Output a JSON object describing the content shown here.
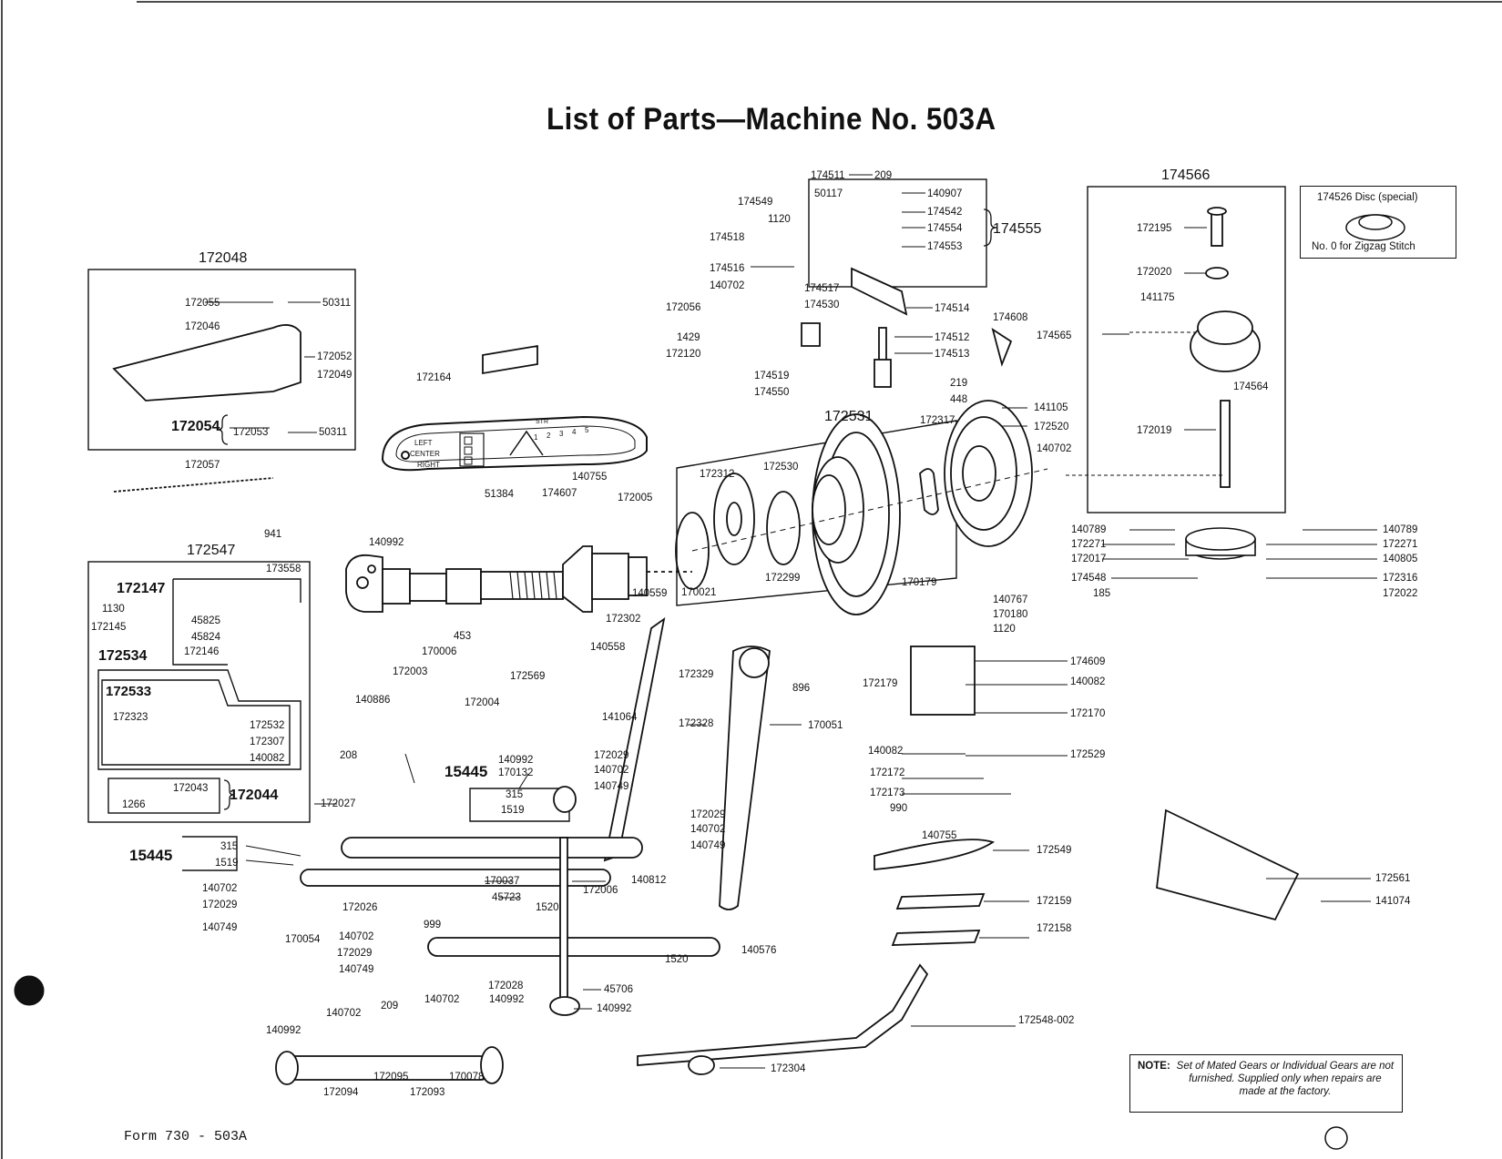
{
  "title": "List of Parts—Machine No. 503A",
  "form_code": "Form 730 - 503A",
  "note": {
    "label": "NOTE:",
    "text": "Set of Mated Gears or Individual Gears are not furnished. Supplied only when repairs are made at the factory."
  },
  "disc_box": {
    "line1": "174526 Disc (special)",
    "line2": "No. 0 for Zigzag Stitch"
  },
  "selector_plate": {
    "left": "LEFT",
    "center": "CENTER",
    "right": "RIGHT",
    "str": "STR",
    "numbers": [
      "1",
      "2",
      "3",
      "4",
      "5"
    ]
  },
  "group_labels": {
    "g172048": "172048",
    "g172054": "172054",
    "g172547": "172547",
    "g172147": "172147",
    "g172534": "172534",
    "g172533": "172533",
    "g172044": "172044",
    "g15445a": "15445",
    "g15445b": "15445",
    "g174555": "174555",
    "g174566": "174566",
    "g172531": "172531"
  },
  "part_labels": [
    {
      "id": "p1",
      "text": "174511"
    },
    {
      "id": "p2",
      "text": "209"
    },
    {
      "id": "p3",
      "text": "50117"
    },
    {
      "id": "p4",
      "text": "140907"
    },
    {
      "id": "p5",
      "text": "174542"
    },
    {
      "id": "p6",
      "text": "174549"
    },
    {
      "id": "p7",
      "text": "1120"
    },
    {
      "id": "p8",
      "text": "174554"
    },
    {
      "id": "p9",
      "text": "174518"
    },
    {
      "id": "p10",
      "text": "174553"
    },
    {
      "id": "p11",
      "text": "174516"
    },
    {
      "id": "p12",
      "text": "140702"
    },
    {
      "id": "p13",
      "text": "174517"
    },
    {
      "id": "p14",
      "text": "172056"
    },
    {
      "id": "p15",
      "text": "174530"
    },
    {
      "id": "p16",
      "text": "174514"
    },
    {
      "id": "p17",
      "text": "1429"
    },
    {
      "id": "p18",
      "text": "174512"
    },
    {
      "id": "p19",
      "text": "172120"
    },
    {
      "id": "p20",
      "text": "174513"
    },
    {
      "id": "p21",
      "text": "174519"
    },
    {
      "id": "p22",
      "text": "174550"
    },
    {
      "id": "p23",
      "text": "219"
    },
    {
      "id": "p24",
      "text": "448"
    },
    {
      "id": "p25",
      "text": "174608"
    },
    {
      "id": "p26",
      "text": "172164"
    },
    {
      "id": "p27",
      "text": "172055"
    },
    {
      "id": "p28",
      "text": "50311"
    },
    {
      "id": "p29",
      "text": "172046"
    },
    {
      "id": "p30",
      "text": "172052"
    },
    {
      "id": "p31",
      "text": "172049"
    },
    {
      "id": "p32",
      "text": "172053"
    },
    {
      "id": "p33",
      "text": "50311"
    },
    {
      "id": "p34",
      "text": "172057"
    },
    {
      "id": "p35",
      "text": "141105"
    },
    {
      "id": "p36",
      "text": "172520"
    },
    {
      "id": "p37",
      "text": "172317"
    },
    {
      "id": "p38",
      "text": "140702"
    },
    {
      "id": "p39",
      "text": "172312"
    },
    {
      "id": "p40",
      "text": "172530"
    },
    {
      "id": "p41",
      "text": "140755"
    },
    {
      "id": "p42",
      "text": "174607"
    },
    {
      "id": "p43",
      "text": "51384"
    },
    {
      "id": "p44",
      "text": "172005"
    },
    {
      "id": "p45",
      "text": "941"
    },
    {
      "id": "p46",
      "text": "140992"
    },
    {
      "id": "p47",
      "text": "173558"
    },
    {
      "id": "p48",
      "text": "1130"
    },
    {
      "id": "p49",
      "text": "45825"
    },
    {
      "id": "p50",
      "text": "172145"
    },
    {
      "id": "p51",
      "text": "45824"
    },
    {
      "id": "p52",
      "text": "172146"
    },
    {
      "id": "p53",
      "text": "172323"
    },
    {
      "id": "p54",
      "text": "172532"
    },
    {
      "id": "p55",
      "text": "172307"
    },
    {
      "id": "p56",
      "text": "140082"
    },
    {
      "id": "p57",
      "text": "172043"
    },
    {
      "id": "p58",
      "text": "1266"
    },
    {
      "id": "p59",
      "text": "140559"
    },
    {
      "id": "p60",
      "text": "170021"
    },
    {
      "id": "p61",
      "text": "172299"
    },
    {
      "id": "p62",
      "text": "453"
    },
    {
      "id": "p63",
      "text": "170006"
    },
    {
      "id": "p64",
      "text": "140558"
    },
    {
      "id": "p65",
      "text": "172302"
    },
    {
      "id": "p66",
      "text": "172003"
    },
    {
      "id": "p67",
      "text": "172569"
    },
    {
      "id": "p68",
      "text": "140886"
    },
    {
      "id": "p69",
      "text": "172004"
    },
    {
      "id": "p70",
      "text": "172195"
    },
    {
      "id": "p71",
      "text": "172020"
    },
    {
      "id": "p72",
      "text": "141175"
    },
    {
      "id": "p73",
      "text": "174565"
    },
    {
      "id": "p74",
      "text": "174564"
    },
    {
      "id": "p75",
      "text": "172019"
    },
    {
      "id": "p76",
      "text": "140789"
    },
    {
      "id": "p77",
      "text": "140789"
    },
    {
      "id": "p78",
      "text": "172271"
    },
    {
      "id": "p79",
      "text": "172271"
    },
    {
      "id": "p80",
      "text": "172017"
    },
    {
      "id": "p81",
      "text": "140805"
    },
    {
      "id": "p82",
      "text": "174548"
    },
    {
      "id": "p83",
      "text": "172316"
    },
    {
      "id": "p84",
      "text": "185"
    },
    {
      "id": "p85",
      "text": "172022"
    },
    {
      "id": "p86",
      "text": "170179"
    },
    {
      "id": "p87",
      "text": "140767"
    },
    {
      "id": "p88",
      "text": "170180"
    },
    {
      "id": "p89",
      "text": "1120"
    },
    {
      "id": "p90",
      "text": "174609"
    },
    {
      "id": "p91",
      "text": "172179"
    },
    {
      "id": "p92",
      "text": "140082"
    },
    {
      "id": "p93",
      "text": "172170"
    },
    {
      "id": "p94",
      "text": "896"
    },
    {
      "id": "p95",
      "text": "172329"
    },
    {
      "id": "p96",
      "text": "141064"
    },
    {
      "id": "p97",
      "text": "172328"
    },
    {
      "id": "p98",
      "text": "170051"
    },
    {
      "id": "p99",
      "text": "140082"
    },
    {
      "id": "p100",
      "text": "172529"
    },
    {
      "id": "p101",
      "text": "172172"
    },
    {
      "id": "p102",
      "text": "172173"
    },
    {
      "id": "p103",
      "text": "990"
    },
    {
      "id": "p104",
      "text": "140755"
    },
    {
      "id": "p105",
      "text": "172549"
    },
    {
      "id": "p106",
      "text": "172159"
    },
    {
      "id": "p107",
      "text": "172158"
    },
    {
      "id": "p108",
      "text": "172548-002"
    },
    {
      "id": "p109",
      "text": "172304"
    },
    {
      "id": "p110",
      "text": "172561"
    },
    {
      "id": "p111",
      "text": "141074"
    },
    {
      "id": "p112",
      "text": "208"
    },
    {
      "id": "p113",
      "text": "140992"
    },
    {
      "id": "p114",
      "text": "170132"
    },
    {
      "id": "p115",
      "text": "172029"
    },
    {
      "id": "p116",
      "text": "140702"
    },
    {
      "id": "p117",
      "text": "140749"
    },
    {
      "id": "p118",
      "text": "315"
    },
    {
      "id": "p119",
      "text": "1519"
    },
    {
      "id": "p120",
      "text": "172027"
    },
    {
      "id": "p121",
      "text": "315"
    },
    {
      "id": "p122",
      "text": "1519"
    },
    {
      "id": "p123",
      "text": "140702"
    },
    {
      "id": "p124",
      "text": "172029"
    },
    {
      "id": "p125",
      "text": "140749"
    },
    {
      "id": "p126",
      "text": "170054"
    },
    {
      "id": "p127",
      "text": "172026"
    },
    {
      "id": "p128",
      "text": "999"
    },
    {
      "id": "p129",
      "text": "170037"
    },
    {
      "id": "p130",
      "text": "45723"
    },
    {
      "id": "p131",
      "text": "1520"
    },
    {
      "id": "p132",
      "text": "172006"
    },
    {
      "id": "p133",
      "text": "140812"
    },
    {
      "id": "p134",
      "text": "172029"
    },
    {
      "id": "p135",
      "text": "140702"
    },
    {
      "id": "p136",
      "text": "140749"
    },
    {
      "id": "p137",
      "text": "1520"
    },
    {
      "id": "p138",
      "text": "140576"
    },
    {
      "id": "p139",
      "text": "140702"
    },
    {
      "id": "p140",
      "text": "172029"
    },
    {
      "id": "p141",
      "text": "140749"
    },
    {
      "id": "p142",
      "text": "172028"
    },
    {
      "id": "p143",
      "text": "45706"
    },
    {
      "id": "p144",
      "text": "140992"
    },
    {
      "id": "p145",
      "text": "140702"
    },
    {
      "id": "p146",
      "text": "209"
    },
    {
      "id": "p147",
      "text": "140702"
    },
    {
      "id": "p148",
      "text": "140992"
    },
    {
      "id": "p149",
      "text": "140992"
    },
    {
      "id": "p150",
      "text": "172095"
    },
    {
      "id": "p151",
      "text": "170078"
    },
    {
      "id": "p152",
      "text": "172094"
    },
    {
      "id": "p153",
      "text": "172093"
    }
  ]
}
